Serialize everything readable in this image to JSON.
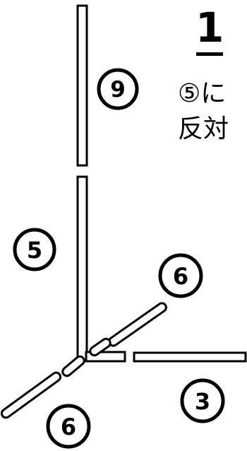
{
  "step": {
    "number": "1"
  },
  "instruction": {
    "line1": "⑤に",
    "line2": "反対"
  },
  "part_labels": {
    "label_9": "9",
    "label_5": "5",
    "label_6_upper": "6",
    "label_6_lower": "6",
    "label_3": "3"
  },
  "colors": {
    "stroke": "#000000",
    "fill": "#ffffff"
  }
}
